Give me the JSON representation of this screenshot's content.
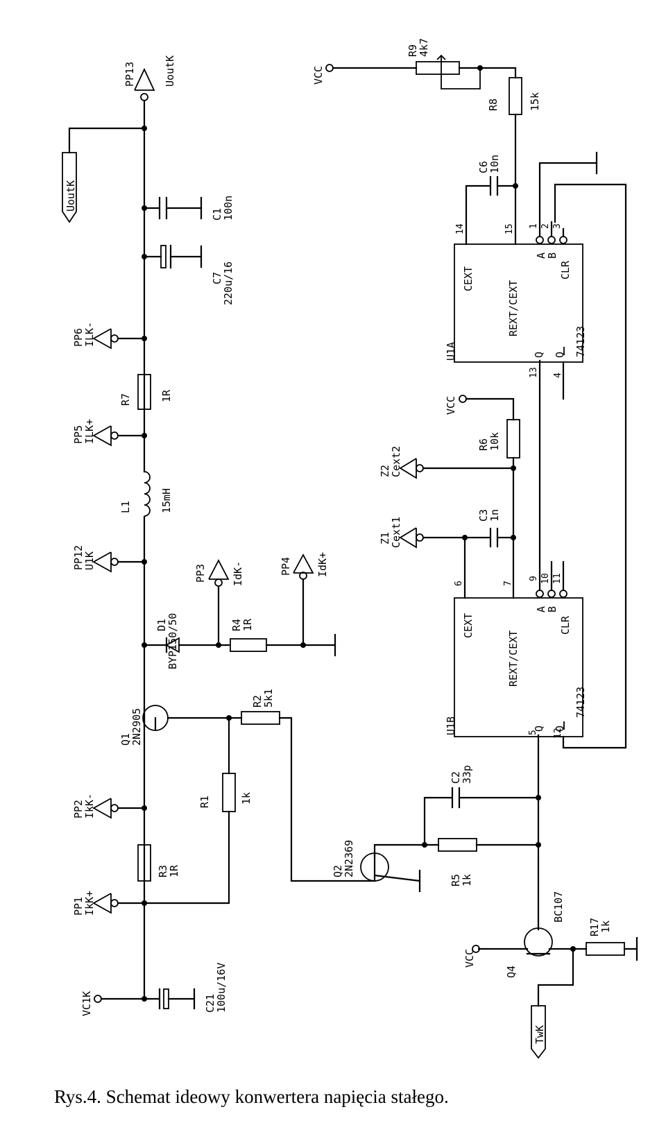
{
  "caption": "Rys.4. Schemat ideowy konwertera napięcia stałego.",
  "components": {
    "pp13": {
      "ref": "PP13",
      "net": "UoutK"
    },
    "uoutk_port": {
      "net": "UoutK"
    },
    "c1": {
      "ref": "C1",
      "value": "100n"
    },
    "c7": {
      "ref": "C7",
      "value": "220u/16"
    },
    "pp6": {
      "ref": "PP6",
      "net": "ILK-"
    },
    "r7": {
      "ref": "R7",
      "value": "1R"
    },
    "pp5": {
      "ref": "PP5",
      "net": "ILK+"
    },
    "l1": {
      "ref": "L1",
      "value": "15mH"
    },
    "pp12": {
      "ref": "PP12",
      "net": "U1K"
    },
    "d1": {
      "ref": "D1",
      "value": "BYP150/50"
    },
    "pp3": {
      "ref": "PP3",
      "net": "IdK-"
    },
    "r4": {
      "ref": "R4",
      "value": "1R"
    },
    "pp4": {
      "ref": "PP4",
      "net": "IdK+"
    },
    "q1": {
      "ref": "Q1",
      "value": "2N2905"
    },
    "r2": {
      "ref": "R2",
      "value": "5k1"
    },
    "pp2": {
      "ref": "PP2",
      "net": "IkK-"
    },
    "r1": {
      "ref": "R1",
      "value": "1k"
    },
    "r3": {
      "ref": "R3",
      "value": "1R"
    },
    "pp1": {
      "ref": "PP1",
      "net": "IkK+"
    },
    "c21": {
      "ref": "C21",
      "value": "100u/16V"
    },
    "vc1k": {
      "net": "VC1K"
    },
    "q2": {
      "ref": "Q2",
      "value": "2N2369"
    },
    "r9": {
      "ref": "R9",
      "value": "4k7"
    },
    "vcc_r9": {
      "net": "VCC"
    },
    "r8": {
      "ref": "R8",
      "value": "15k"
    },
    "c6": {
      "ref": "C6",
      "value": "10n"
    },
    "u1a": {
      "ref": "U1A",
      "part": "74123",
      "cext": "CEXT",
      "rext": "REXT/CEXT",
      "a": "A",
      "b": "B",
      "clr": "CLR",
      "q": "Q",
      "qbar": "Q",
      "pins": {
        "p14": "14",
        "p15": "15",
        "p1": "1",
        "p2": "2",
        "p3": "3",
        "p13": "13",
        "p4": "4"
      }
    },
    "vcc_r6": {
      "net": "VCC"
    },
    "r6": {
      "ref": "R6",
      "value": "10k"
    },
    "z2": {
      "ref": "Z2",
      "net": "Cext2"
    },
    "z1": {
      "ref": "Z1",
      "net": "Cext1"
    },
    "c3": {
      "ref": "C3",
      "value": "1n"
    },
    "u1b": {
      "ref": "U1B",
      "part": "74123",
      "cext": "CEXT",
      "rext": "REXT/CEXT",
      "a": "A",
      "b": "B",
      "clr": "CLR",
      "q": "Q",
      "qbar": "Q",
      "pins": {
        "p6": "6",
        "p7": "7",
        "p9": "9",
        "p10": "10",
        "p11": "11",
        "p5": "5",
        "p12": "12"
      }
    },
    "c2": {
      "ref": "C2",
      "value": "33p"
    },
    "r5": {
      "ref": "R5",
      "value": "1k"
    },
    "q4": {
      "ref": "Q4",
      "value": "BC107"
    },
    "vcc_q4": {
      "net": "VCC"
    },
    "r17": {
      "ref": "R17",
      "value": "1k"
    },
    "twk_port": {
      "net": "TwK"
    }
  }
}
